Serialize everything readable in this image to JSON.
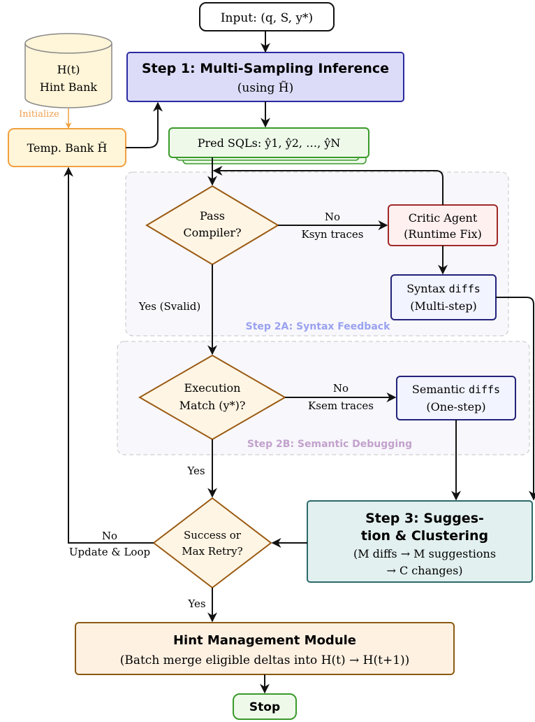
{
  "input": "Input: (q, S, y*)",
  "hint_bank": {
    "symbol": "H(t)",
    "label": "Hint Bank"
  },
  "initialize_label": "Initialize",
  "temp_bank": "Temp. Bank H̃",
  "step1": {
    "title": "Step 1: Multi-Sampling Inference",
    "subtitle": "(using H̃)"
  },
  "pred_sqls": "Pred SQLs: ŷ1, ŷ2, …, ŷN",
  "pass_compiler": {
    "line1": "Pass",
    "line2": "Compiler?"
  },
  "no_syn": {
    "no": "No",
    "traces": "Ksyn traces"
  },
  "critic_agent": {
    "line1": "Critic Agent",
    "line2": "(Runtime Fix)"
  },
  "syntax_diffs": {
    "prefix": "Syntax ",
    "code": "diffs",
    "line2": "(Multi-step)"
  },
  "yes_valid": "Yes (Svalid)",
  "step2a_label": "Step 2A: Syntax Feedback",
  "execution_match": {
    "line1": "Execution",
    "line2": "Match (y*)?"
  },
  "no_sem": {
    "no": "No",
    "traces": "Ksem traces"
  },
  "semantic_diffs": {
    "prefix": "Semantic ",
    "code": "diffs",
    "line2": "(One-step)"
  },
  "step2b_label": "Step 2B: Semantic Debugging",
  "yes_label": "Yes",
  "success_retry": {
    "line1": "Success or",
    "line2": "Max Retry?"
  },
  "no_loop": {
    "no": "No",
    "update": "Update & Loop"
  },
  "step3": {
    "title_line1": "Step 3: Sugges-",
    "title_line2": "tion & Clustering",
    "desc_line1": "(M diffs → M suggestions",
    "desc_line2": "→ C changes)"
  },
  "yes2_label": "Yes",
  "hint_mgmt": {
    "title": "Hint Management Module",
    "desc": "(Batch merge eligible deltas into H(t) → H(t+1))"
  },
  "stop": "Stop",
  "colors": {
    "step1_fill": "#dcdcf8",
    "step1_stroke": "#2a2aa0",
    "green_fill": "#eef9ea",
    "green_stroke": "#3a9a2a",
    "orange_fill": "#fff5d8",
    "orange_stroke": "#f0a040",
    "diamond_fill": "#fff5e4",
    "diamond_stroke": "#9a5a12",
    "red_fill": "#fff0f0",
    "red_stroke": "#a02828",
    "blue_fill": "#f2f4ff",
    "blue_stroke": "#22227a",
    "teal_fill": "#e2f0ef",
    "teal_stroke": "#2a6a6a",
    "hint_fill": "#fff1e2",
    "hint_stroke": "#8a5a12",
    "step2a_text": "#9aa2ef",
    "step2b_text": "#c2a2cc",
    "initialize_text": "#f0a050"
  }
}
